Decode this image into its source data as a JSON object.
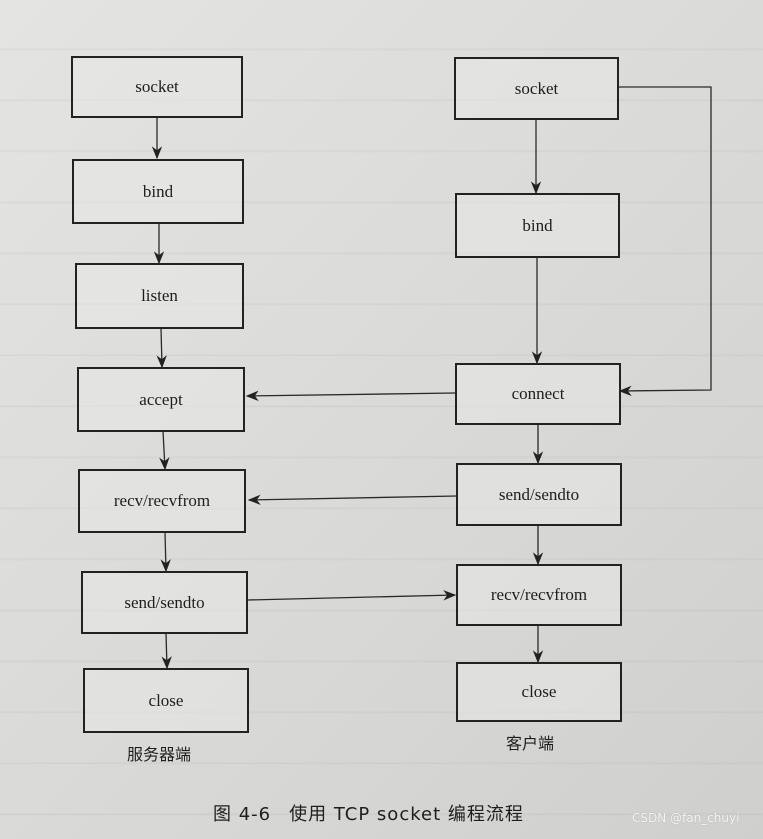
{
  "diagram": {
    "title": "使用 TCP socket 编程流程",
    "figure_number": "图 4-6",
    "server": {
      "label": "服务器端",
      "steps": [
        "socket",
        "bind",
        "listen",
        "accept",
        "recv/recvfrom",
        "send/sendto",
        "close"
      ]
    },
    "client": {
      "label": "客户端",
      "steps": [
        "socket",
        "bind",
        "connect",
        "send/sendto",
        "recv/recvfrom",
        "close"
      ]
    },
    "edges": [
      {
        "from": "server.socket",
        "to": "server.bind"
      },
      {
        "from": "server.bind",
        "to": "server.listen"
      },
      {
        "from": "server.listen",
        "to": "server.accept"
      },
      {
        "from": "server.accept",
        "to": "server.recv/recvfrom"
      },
      {
        "from": "server.recv/recvfrom",
        "to": "server.send/sendto"
      },
      {
        "from": "server.send/sendto",
        "to": "server.close"
      },
      {
        "from": "client.socket",
        "to": "client.bind"
      },
      {
        "from": "client.socket",
        "to": "client.connect",
        "note": "bypass bind (right side)"
      },
      {
        "from": "client.bind",
        "to": "client.connect"
      },
      {
        "from": "client.connect",
        "to": "client.send/sendto"
      },
      {
        "from": "client.send/sendto",
        "to": "client.recv/recvfrom"
      },
      {
        "from": "client.recv/recvfrom",
        "to": "client.close"
      },
      {
        "from": "client.connect",
        "to": "server.accept"
      },
      {
        "from": "client.send/sendto",
        "to": "server.recv/recvfrom"
      },
      {
        "from": "server.send/sendto",
        "to": "client.recv/recvfrom"
      }
    ]
  },
  "watermark": "CSDN @fan_chuyi"
}
